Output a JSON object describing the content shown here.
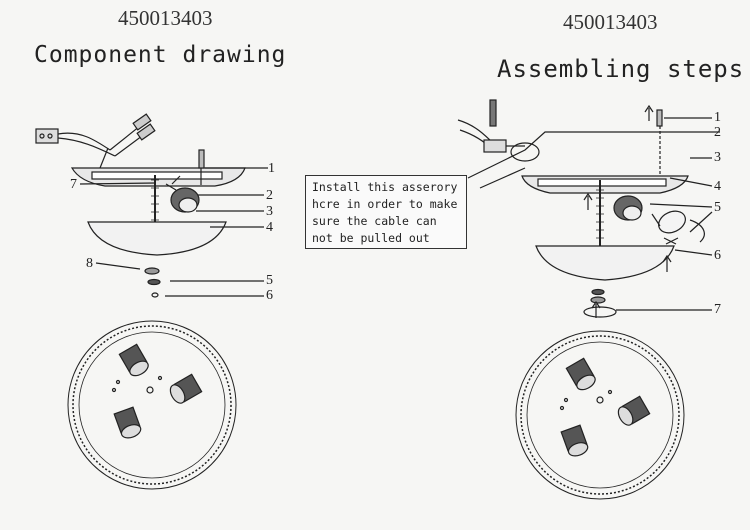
{
  "left_panel": {
    "model_number": "450013403",
    "title": "Component drawing",
    "part_labels": [
      "1",
      "2",
      "3",
      "4",
      "5",
      "6",
      "7",
      "8"
    ]
  },
  "right_panel": {
    "model_number": "450013403",
    "title": "Assembling steps",
    "part_labels": [
      "1",
      "2",
      "3",
      "4",
      "5",
      "6",
      "7"
    ]
  },
  "note": {
    "lines": [
      "Install this asserory",
      "hcre in order to make",
      "sure the cable can",
      "not be pulled out"
    ]
  }
}
